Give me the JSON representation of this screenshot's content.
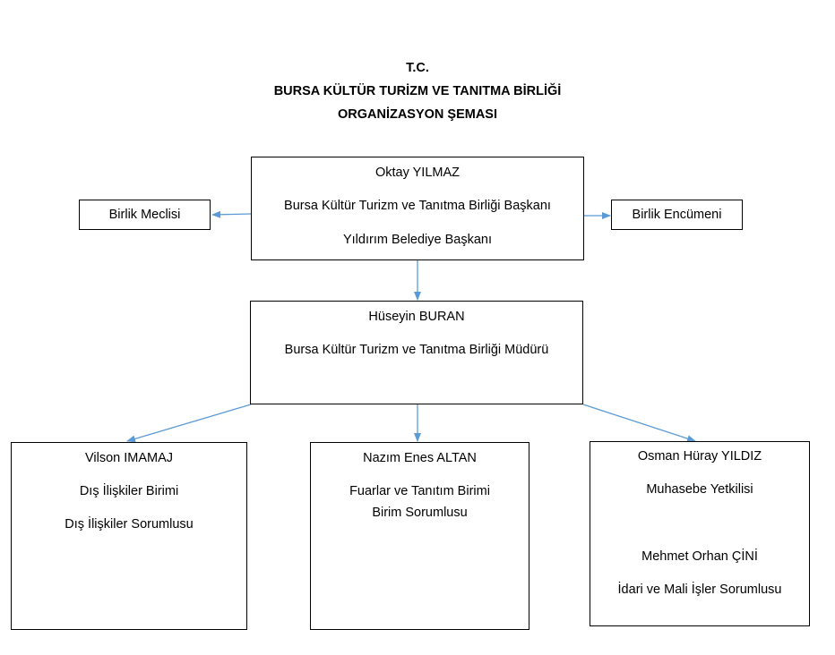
{
  "header": {
    "line1": "T.C.",
    "line2": "BURSA KÜLTÜR TURİZM VE TANITMA BİRLİĞİ",
    "line3": "ORGANİZASYON ŞEMASI"
  },
  "colors": {
    "connector": "#5b9bd5",
    "border": "#000000"
  },
  "nodes": {
    "president": {
      "name": "Oktay YILMAZ",
      "title": "Bursa Kültür Turizm ve Tanıtma Birliği Başkanı",
      "subtitle": "Yıldırım Belediye Başkanı"
    },
    "council": {
      "label": "Birlik Meclisi"
    },
    "committee": {
      "label": "Birlik Encümeni"
    },
    "director": {
      "name": "Hüseyin BURAN",
      "title": "Bursa Kültür Turizm ve Tanıtma Birliği Müdürü"
    },
    "foreign_relations": {
      "name": "Vilson IMAMAJ",
      "unit": "Dış İlişkiler Birimi",
      "role": "Dış İlişkiler Sorumlusu"
    },
    "fairs_promotion": {
      "name": "Nazım Enes ALTAN",
      "unit": "Fuarlar ve Tanıtım Birimi",
      "role": "Birim Sorumlusu"
    },
    "accounting": {
      "name1": "Osman Hüray YILDIZ",
      "role1": "Muhasebe Yetkilisi",
      "name2": "Mehmet Orhan ÇİNİ",
      "role2": "İdari ve Mali İşler Sorumlusu"
    }
  },
  "edges": [
    {
      "from": "president",
      "to": "council"
    },
    {
      "from": "president",
      "to": "committee"
    },
    {
      "from": "president",
      "to": "director"
    },
    {
      "from": "director",
      "to": "foreign_relations"
    },
    {
      "from": "director",
      "to": "fairs_promotion"
    },
    {
      "from": "director",
      "to": "accounting"
    }
  ]
}
